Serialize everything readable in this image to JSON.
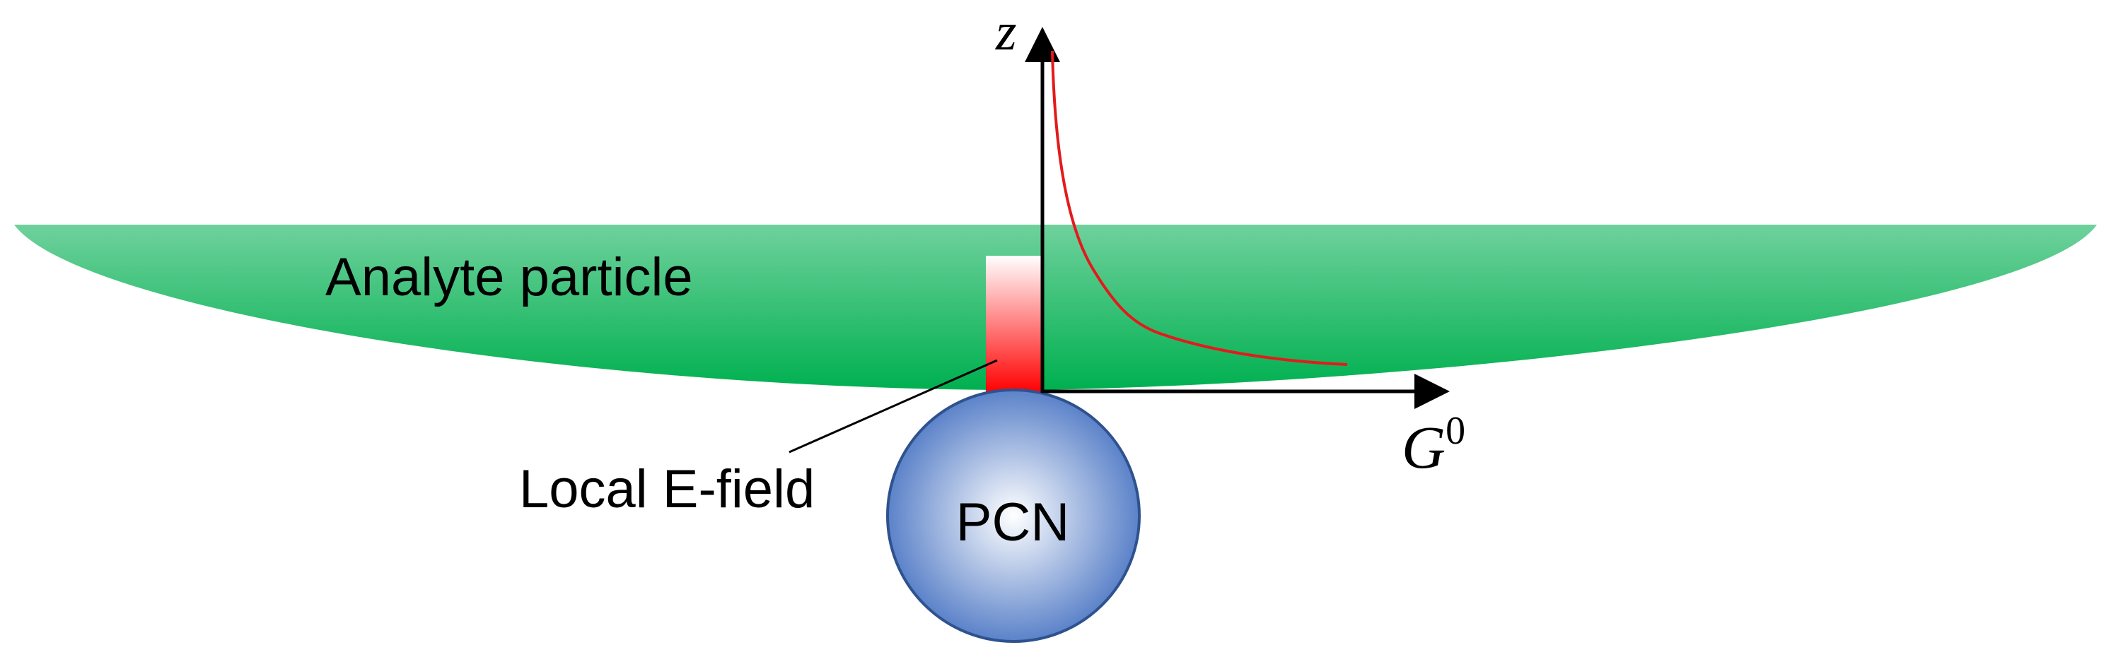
{
  "labels": {
    "analyte": "Analyte particle",
    "efield": "Local E-field",
    "pcn": "PCN",
    "z_axis": "z",
    "g_axis_base": "G",
    "g_axis_sup": "0"
  },
  "colors": {
    "analyte_light": "#6fd19c",
    "analyte_dark": "#00b050",
    "efield_top": "#ffffff",
    "efield_bottom": "#ff0000",
    "pcn_center": "#ffffff",
    "pcn_edge": "#5b82c9",
    "pcn_stroke": "#2f528f",
    "curve": "#e31a1c",
    "axis": "#000000"
  }
}
